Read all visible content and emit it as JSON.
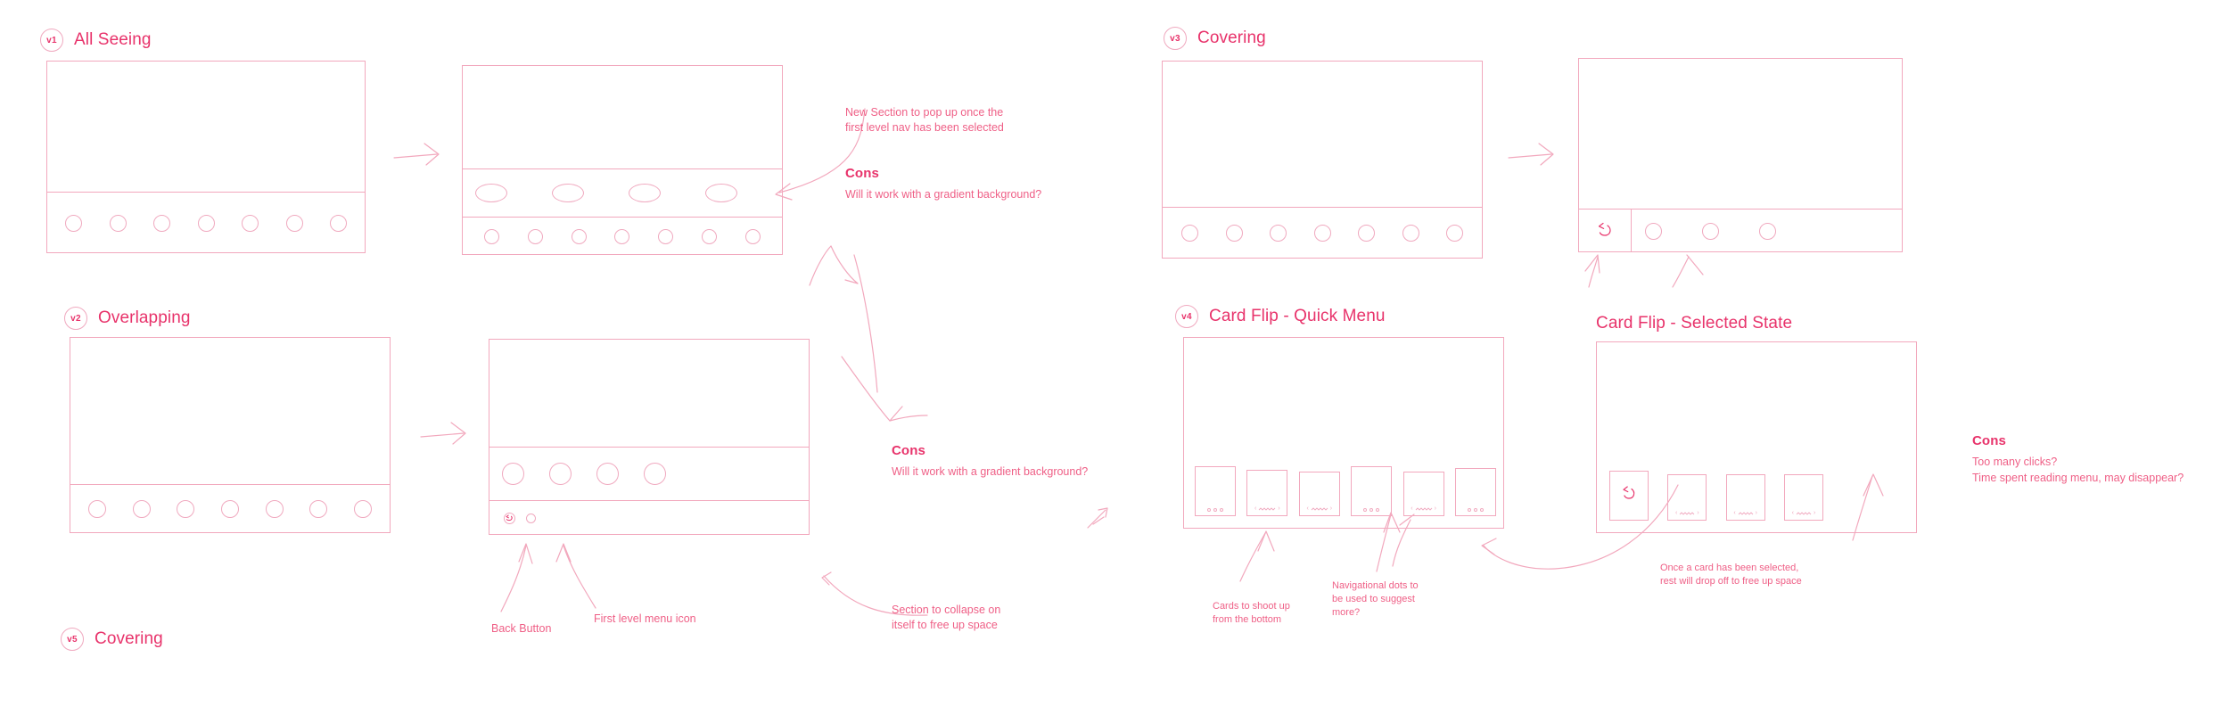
{
  "meta": {
    "accent_strong": "#e8336b",
    "accent_text": "#ef5f86",
    "wire_stroke": "#f2a8bd",
    "background": "#ffffff"
  },
  "sections": {
    "v1": {
      "badge": "v1",
      "title": "All Seeing",
      "frame_a": {
        "nav_dots": 7
      },
      "frame_b": {
        "pill_count": 4,
        "nav_dots": 7
      }
    },
    "v2": {
      "badge": "v2",
      "title": "Overlapping",
      "frame_a": {
        "nav_dots": 7
      },
      "frame_b": {
        "nav_dots": 4,
        "sub_back_icon": "back-arrow-icon",
        "sub_dots": 1
      }
    },
    "v3": {
      "badge": "v3",
      "title": "Covering",
      "frame_a": {
        "nav_dots": 7
      },
      "frame_b": {
        "back_icon": "back-arrow-icon",
        "nav_dots": 3
      }
    },
    "v4": {
      "badge": "v4",
      "title": "Card Flip - Quick Menu",
      "cards": [
        {
          "footer": "dots"
        },
        {
          "footer": "chevrons"
        },
        {
          "footer": "chevrons"
        },
        {
          "footer": "dots"
        },
        {
          "footer": "chevrons"
        },
        {
          "footer": "dots"
        }
      ]
    },
    "v5": {
      "badge": "",
      "title": "Card Flip - Selected State",
      "cards": [
        {
          "footer": "back-arrow"
        },
        {
          "footer": "chevrons"
        },
        {
          "footer": "chevrons"
        },
        {
          "footer": "chevrons"
        }
      ]
    },
    "v6_cut": {
      "badge": "v5",
      "title": "Covering"
    }
  },
  "notes": {
    "popup": "New Section to pop up once the\nfirst level nav has been selected",
    "cons_v1_title": "Cons",
    "cons_v1_body": "Will it work with a gradient background?",
    "cons_v2_title": "Cons",
    "cons_v2_body": "Will it work with a gradient background?",
    "collapse": "Section to collapse on\nitself to free up space",
    "back_button": "Back Button",
    "first_level": "First level menu icon",
    "cards_shoot": "Cards to shoot up\nfrom the bottom",
    "nav_dots": "Navigational dots to\nbe used to suggest\nmore?",
    "selected_drop": "Once a card has been selected,\nrest will drop off to free up space",
    "cons_v5_title": "Cons",
    "cons_v5_body": "Too many clicks?\nTime spent reading menu, may disappear?"
  }
}
